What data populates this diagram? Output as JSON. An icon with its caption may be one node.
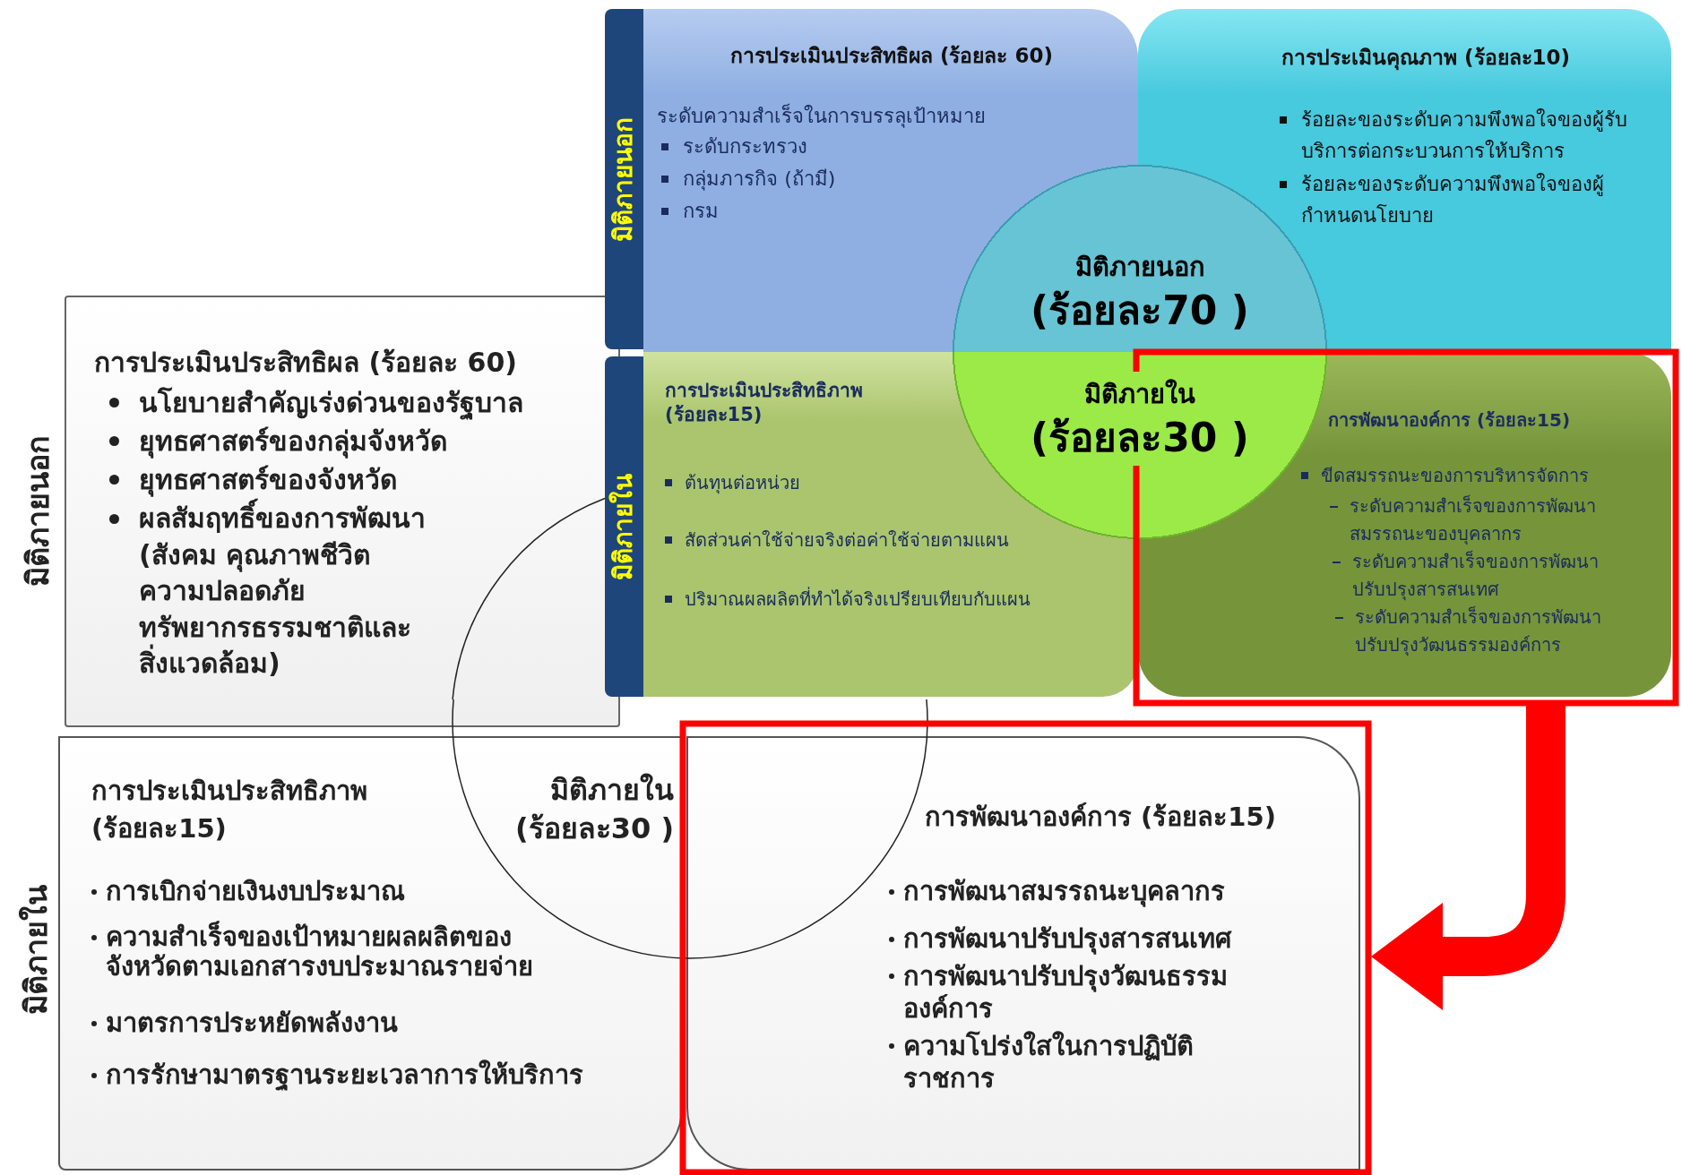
{
  "diagram": {
    "nodes": [
      {
        "text": [
          "การประเมินประสิทธิผล (ร้อยละ 60)",
          "ระดับความสำเร็จในการบรรลุเป้าหมาย",
          "ระดับกระทรวง",
          "กลุ่มภารกิจ (ถ้ามี)",
          "กรม"
        ]
      },
      {
        "text": [
          "การประเมินคุณภาพ (ร้อยละ10)",
          "ร้อยละของระดับความพึงพอใจของผู้รับบริการต่อกระบวนการให้บริการ",
          "ร้อยละของระดับความพึงพอใจของผู้กำหนดนโยบาย"
        ]
      },
      {
        "text": [
          "การประเมินประสิทธิภาพ (ร้อยละ15)",
          "ต้นทุนต่อหน่วย",
          "สัดส่วนค่าใช้จ่ายจริงต่อค่าใช้จ่ายตามแผน",
          "ปริมาณผลผลิตที่ทำได้จริงเปรียบเทียบกับแผน"
        ]
      },
      {
        "text": [
          "การพัฒนาองค์การ (ร้อยละ15)",
          "ขีดสมรรถนะของการบริหารจัดการ",
          "ระดับความสำเร็จของการพัฒนาสมรรถนะของบุคลากร",
          "ระดับความสำเร็จของการพัฒนาปรับปรุงสารสนเทศ",
          "ระดับความสำเร็จของการพัฒนาปรับปรุงวัฒนธรรมองค์การ"
        ]
      },
      {
        "text": [
          "มิติภายนอก",
          "(ร้อยละ70 )"
        ]
      },
      {
        "text": [
          "มิติภายใน",
          "(ร้อยละ30 )"
        ]
      },
      {
        "text": [
          "มิติภายนอก"
        ]
      },
      {
        "text": [
          "มิติภายใน"
        ]
      },
      {
        "text": [
          "การประเมินประสิทธิผล (ร้อยละ 60)",
          "นโยบายสำคัญเร่งด่วนของรัฐบาล",
          "ยุทธศาสตร์ของกลุ่มจังหวัด",
          "ยุทธศาสตร์ของจังหวัด",
          "ผลสัมฤทธิ์ของการพัฒนา (สังคม คุณภาพชีวิต ความปลอดภัย ทรัพยากรธรรมชาติและสิ่งแวดล้อม)"
        ],
        "beside": [
          "มิติภายนอก"
        ]
      },
      {
        "text": [
          "การประเมินประสิทธิภาพ (ร้อยละ15)",
          "การเบิกจ่ายเงินงบประมาณ",
          "ความสำเร็จของเป้าหมายผลผลิตของจังหวัดตามเอกสารงบประมาณรายจ่าย",
          "มาตรการประหยัดพลังงาน",
          "การรักษามาตรฐานระยะเวลาการให้บริการ"
        ],
        "beside": [
          "มิติภายใน"
        ]
      },
      {
        "text": [
          "การพัฒนาองค์การ (ร้อยละ15)",
          "การพัฒนาสมรรถนะบุคลากร",
          "การพัฒนาปรับปรุงสารสนเทศ",
          "การพัฒนาปรับปรุงวัฒนธรรมองค์การ",
          "ความโปร่งใสในการปฏิบัติราชการ"
        ]
      },
      {
        "text": [
          "มิติภายใน",
          "(ร้อยละ30 )"
        ]
      }
    ],
    "edges": [
      {
        "from": 3,
        "to": 10,
        "arrow": "to",
        "color": "#ff0000"
      }
    ]
  }
}
